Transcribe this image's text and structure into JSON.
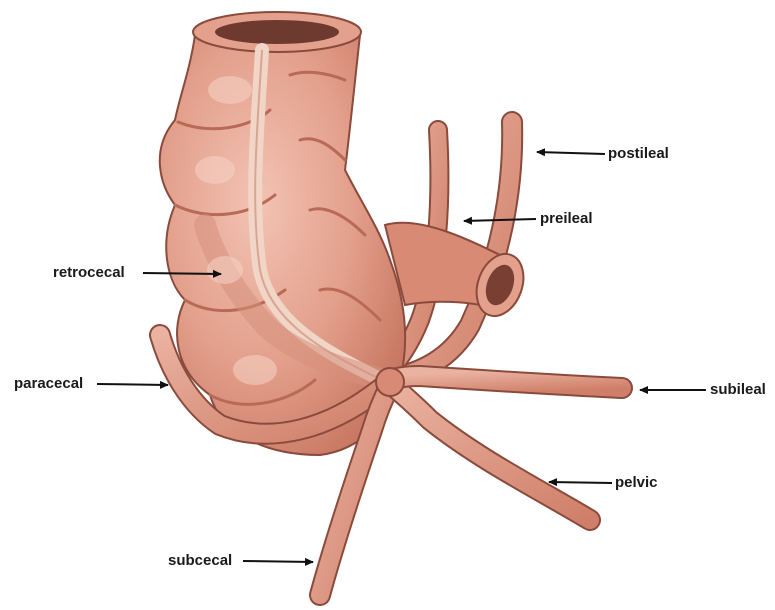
{
  "labels": {
    "postileal": "postileal",
    "preileal": "preileal",
    "retrocecal": "retrocecal",
    "paracecal": "paracecal",
    "subileal": "subileal",
    "pelvic": "pelvic",
    "subcecal": "subcecal"
  },
  "colors": {
    "tissue": "#e3a08c",
    "tissue_shadow": "#c9735e",
    "tissue_dark": "#a85644",
    "tissue_highlight": "#f6d3c6",
    "lumen": "#6e3a30",
    "outline": "#8a4a3c",
    "vessel": "#f1d6c7",
    "arrow": "#111111"
  }
}
